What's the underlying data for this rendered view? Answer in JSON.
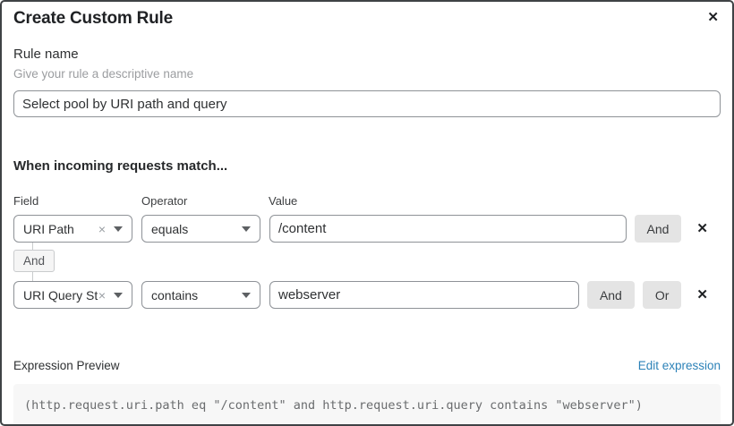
{
  "dialog": {
    "title": "Create Custom Rule",
    "close_icon": "✕"
  },
  "rule_name": {
    "label": "Rule name",
    "description": "Give your rule a descriptive name",
    "value": "Select pool by URI path and query"
  },
  "match": {
    "heading": "When incoming requests match...",
    "columns": {
      "field": "Field",
      "operator": "Operator",
      "value": "Value"
    },
    "connector_label": "And",
    "clear_icon": "×",
    "remove_icon": "✕",
    "rows": [
      {
        "field": "URI Path",
        "operator": "equals",
        "value": "/content",
        "buttons": {
          "and": "And"
        }
      },
      {
        "field": "URI Query St...",
        "operator": "contains",
        "value": "webserver",
        "buttons": {
          "and": "And",
          "or": "Or"
        }
      }
    ]
  },
  "expression": {
    "label": "Expression Preview",
    "edit_link": "Edit expression",
    "code": "(http.request.uri.path eq \"/content\" and http.request.uri.query contains \"webserver\")"
  },
  "colors": {
    "link_blue": "#2c82b8",
    "chip_gray": "#e4e4e4",
    "code_bg": "#f7f7f7",
    "border_dark": "#3f4245"
  }
}
